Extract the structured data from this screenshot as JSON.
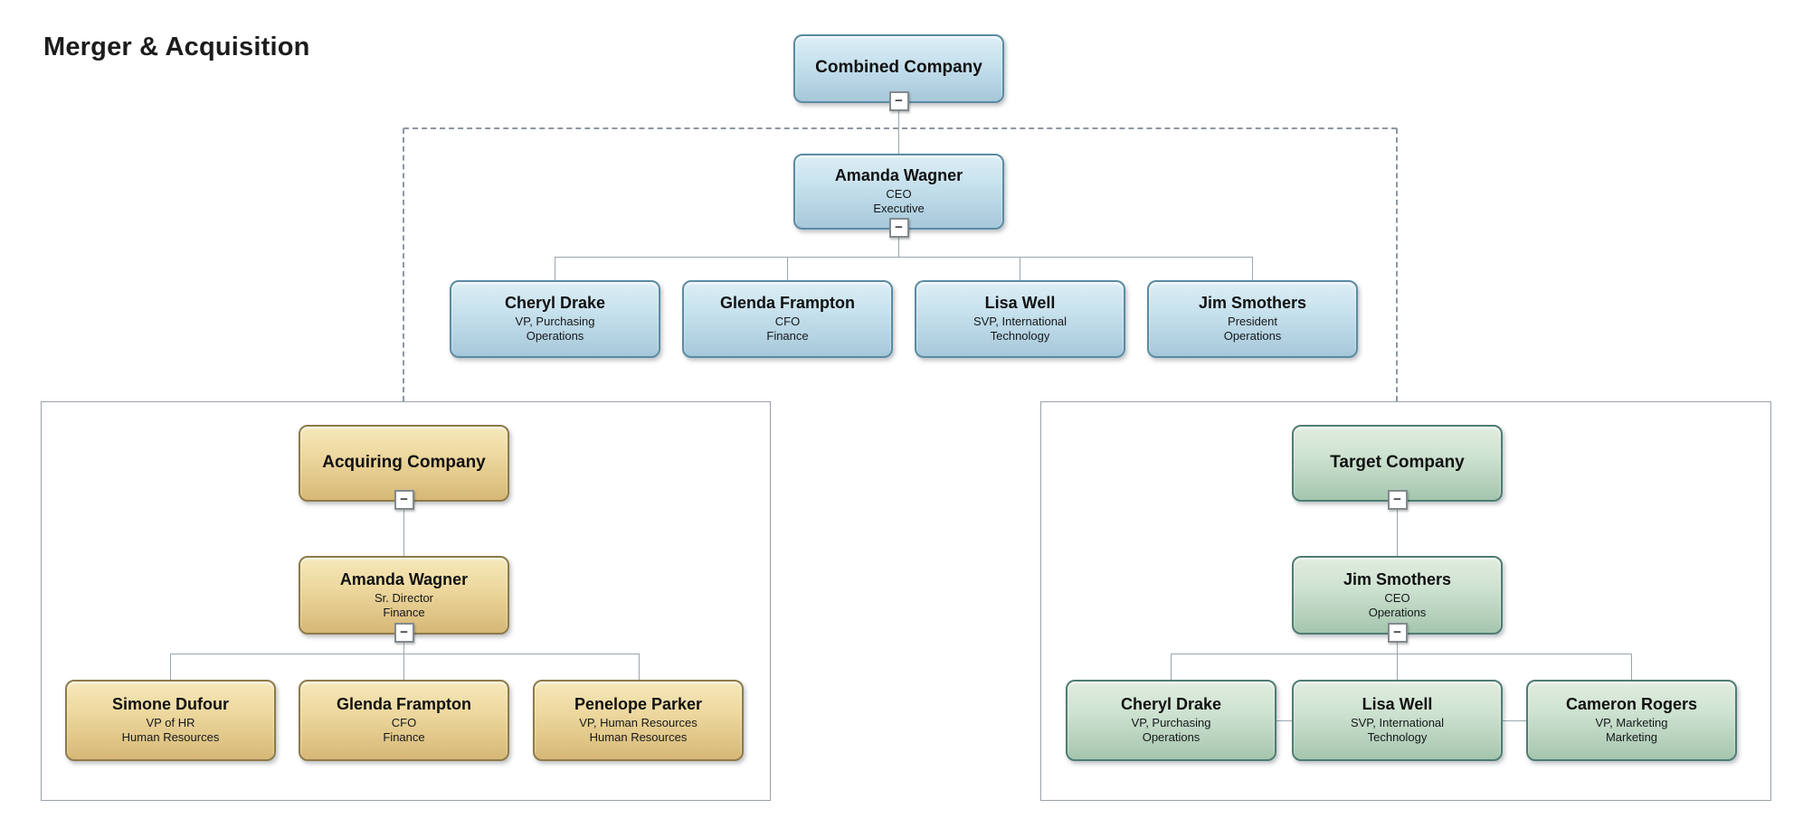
{
  "title": "Merger & Acquisition",
  "collapse_glyph": "−",
  "colors": {
    "blue_border": "#5a8ba3",
    "tan_border": "#8e7a48",
    "green_border": "#4e7c73",
    "connector": "#9aa7b0",
    "dashed": "#8d97a3",
    "frame_border": "#9aa1a8"
  },
  "org": {
    "combined": {
      "company": "Combined Company",
      "lead": {
        "name": "Amanda Wagner",
        "title": "CEO",
        "dept": "Executive"
      },
      "reports": [
        {
          "name": "Cheryl Drake",
          "title": "VP, Purchasing",
          "dept": "Operations"
        },
        {
          "name": "Glenda Frampton",
          "title": "CFO",
          "dept": "Finance"
        },
        {
          "name": "Lisa Well",
          "title": "SVP, International",
          "dept": "Technology"
        },
        {
          "name": "Jim Smothers",
          "title": "President",
          "dept": "Operations"
        }
      ]
    },
    "acquiring": {
      "company": "Acquiring Company",
      "lead": {
        "name": "Amanda Wagner",
        "title": "Sr. Director",
        "dept": "Finance"
      },
      "reports": [
        {
          "name": "Simone Dufour",
          "title": "VP of HR",
          "dept": "Human Resources"
        },
        {
          "name": "Glenda Frampton",
          "title": "CFO",
          "dept": "Finance"
        },
        {
          "name": "Penelope Parker",
          "title": "VP, Human Resources",
          "dept": "Human Resources"
        }
      ]
    },
    "target": {
      "company": "Target Company",
      "lead": {
        "name": "Jim Smothers",
        "title": "CEO",
        "dept": "Operations"
      },
      "reports": [
        {
          "name": "Cheryl Drake",
          "title": "VP, Purchasing",
          "dept": "Operations"
        },
        {
          "name": "Lisa Well",
          "title": "SVP, International",
          "dept": "Technology"
        },
        {
          "name": "Cameron Rogers",
          "title": "VP, Marketing",
          "dept": "Marketing"
        }
      ]
    }
  }
}
